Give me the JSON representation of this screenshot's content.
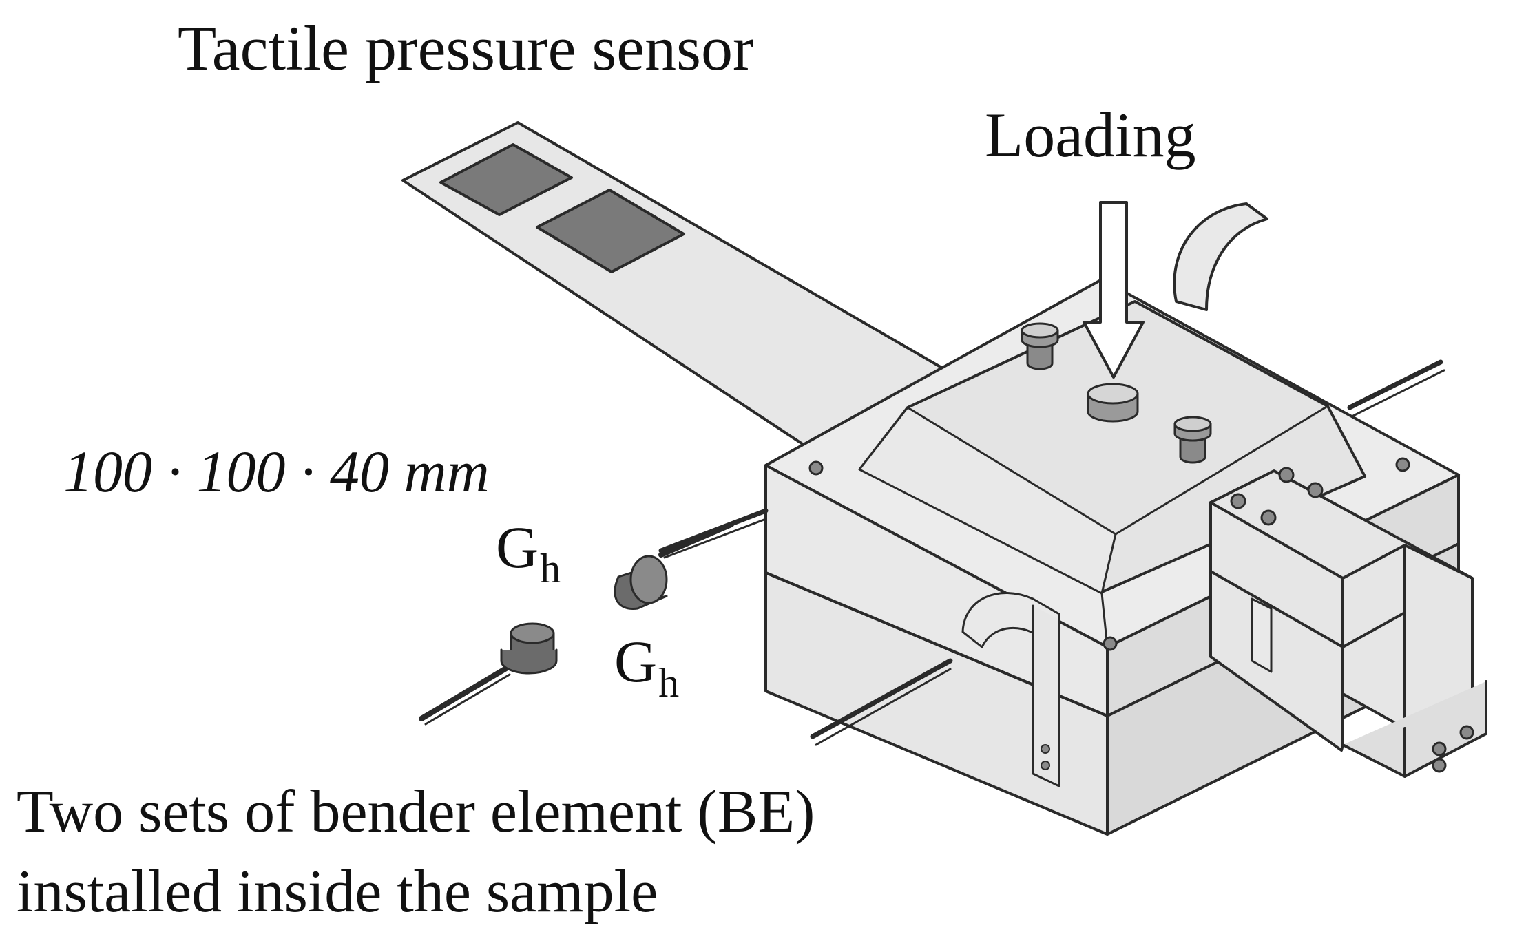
{
  "labels": {
    "sensor": "Tactile pressure sensor",
    "loading": "Loading",
    "dimensions": "100 · 100 · 40 mm",
    "gh_1": {
      "main": "G",
      "sub": "h"
    },
    "gh_2": {
      "main": "G",
      "sub": "h"
    },
    "bender_line1": "Two sets of bender element (BE)",
    "bender_line2": "installed inside the sample"
  },
  "colors": {
    "outline": "#2a2a2a",
    "body_fill": "#e9e9e9",
    "top_fill": "#e2e2e2",
    "side_fill": "#dcdcdc",
    "sensor_pad": "#7a7a7a",
    "element_dark": "#6b6b6b",
    "bolt_fill": "#8a8a8a"
  }
}
